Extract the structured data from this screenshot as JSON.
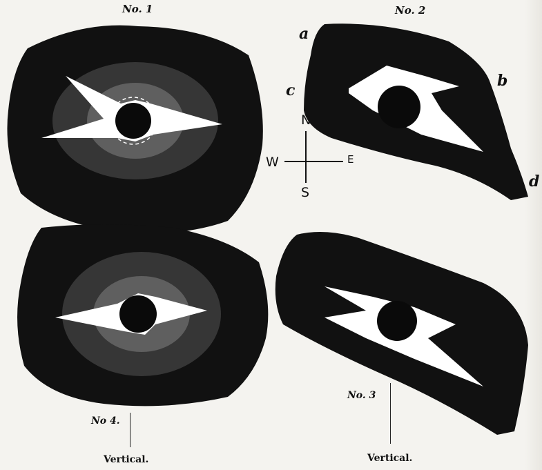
{
  "figure_labels": {
    "no1": "No. 1",
    "no2": "No. 2",
    "no3": "No. 3",
    "no4": "No 4."
  },
  "markers": {
    "a": "a",
    "b": "b",
    "c": "c",
    "d": "d"
  },
  "compass": {
    "north": "N",
    "south": "S",
    "east": "E",
    "west": "W"
  },
  "captions": {
    "left": "Vertical.",
    "right": "Vertical."
  },
  "colors": {
    "ink": "#111111",
    "paper": "#f4f3ef",
    "corona": "#ffffff"
  }
}
